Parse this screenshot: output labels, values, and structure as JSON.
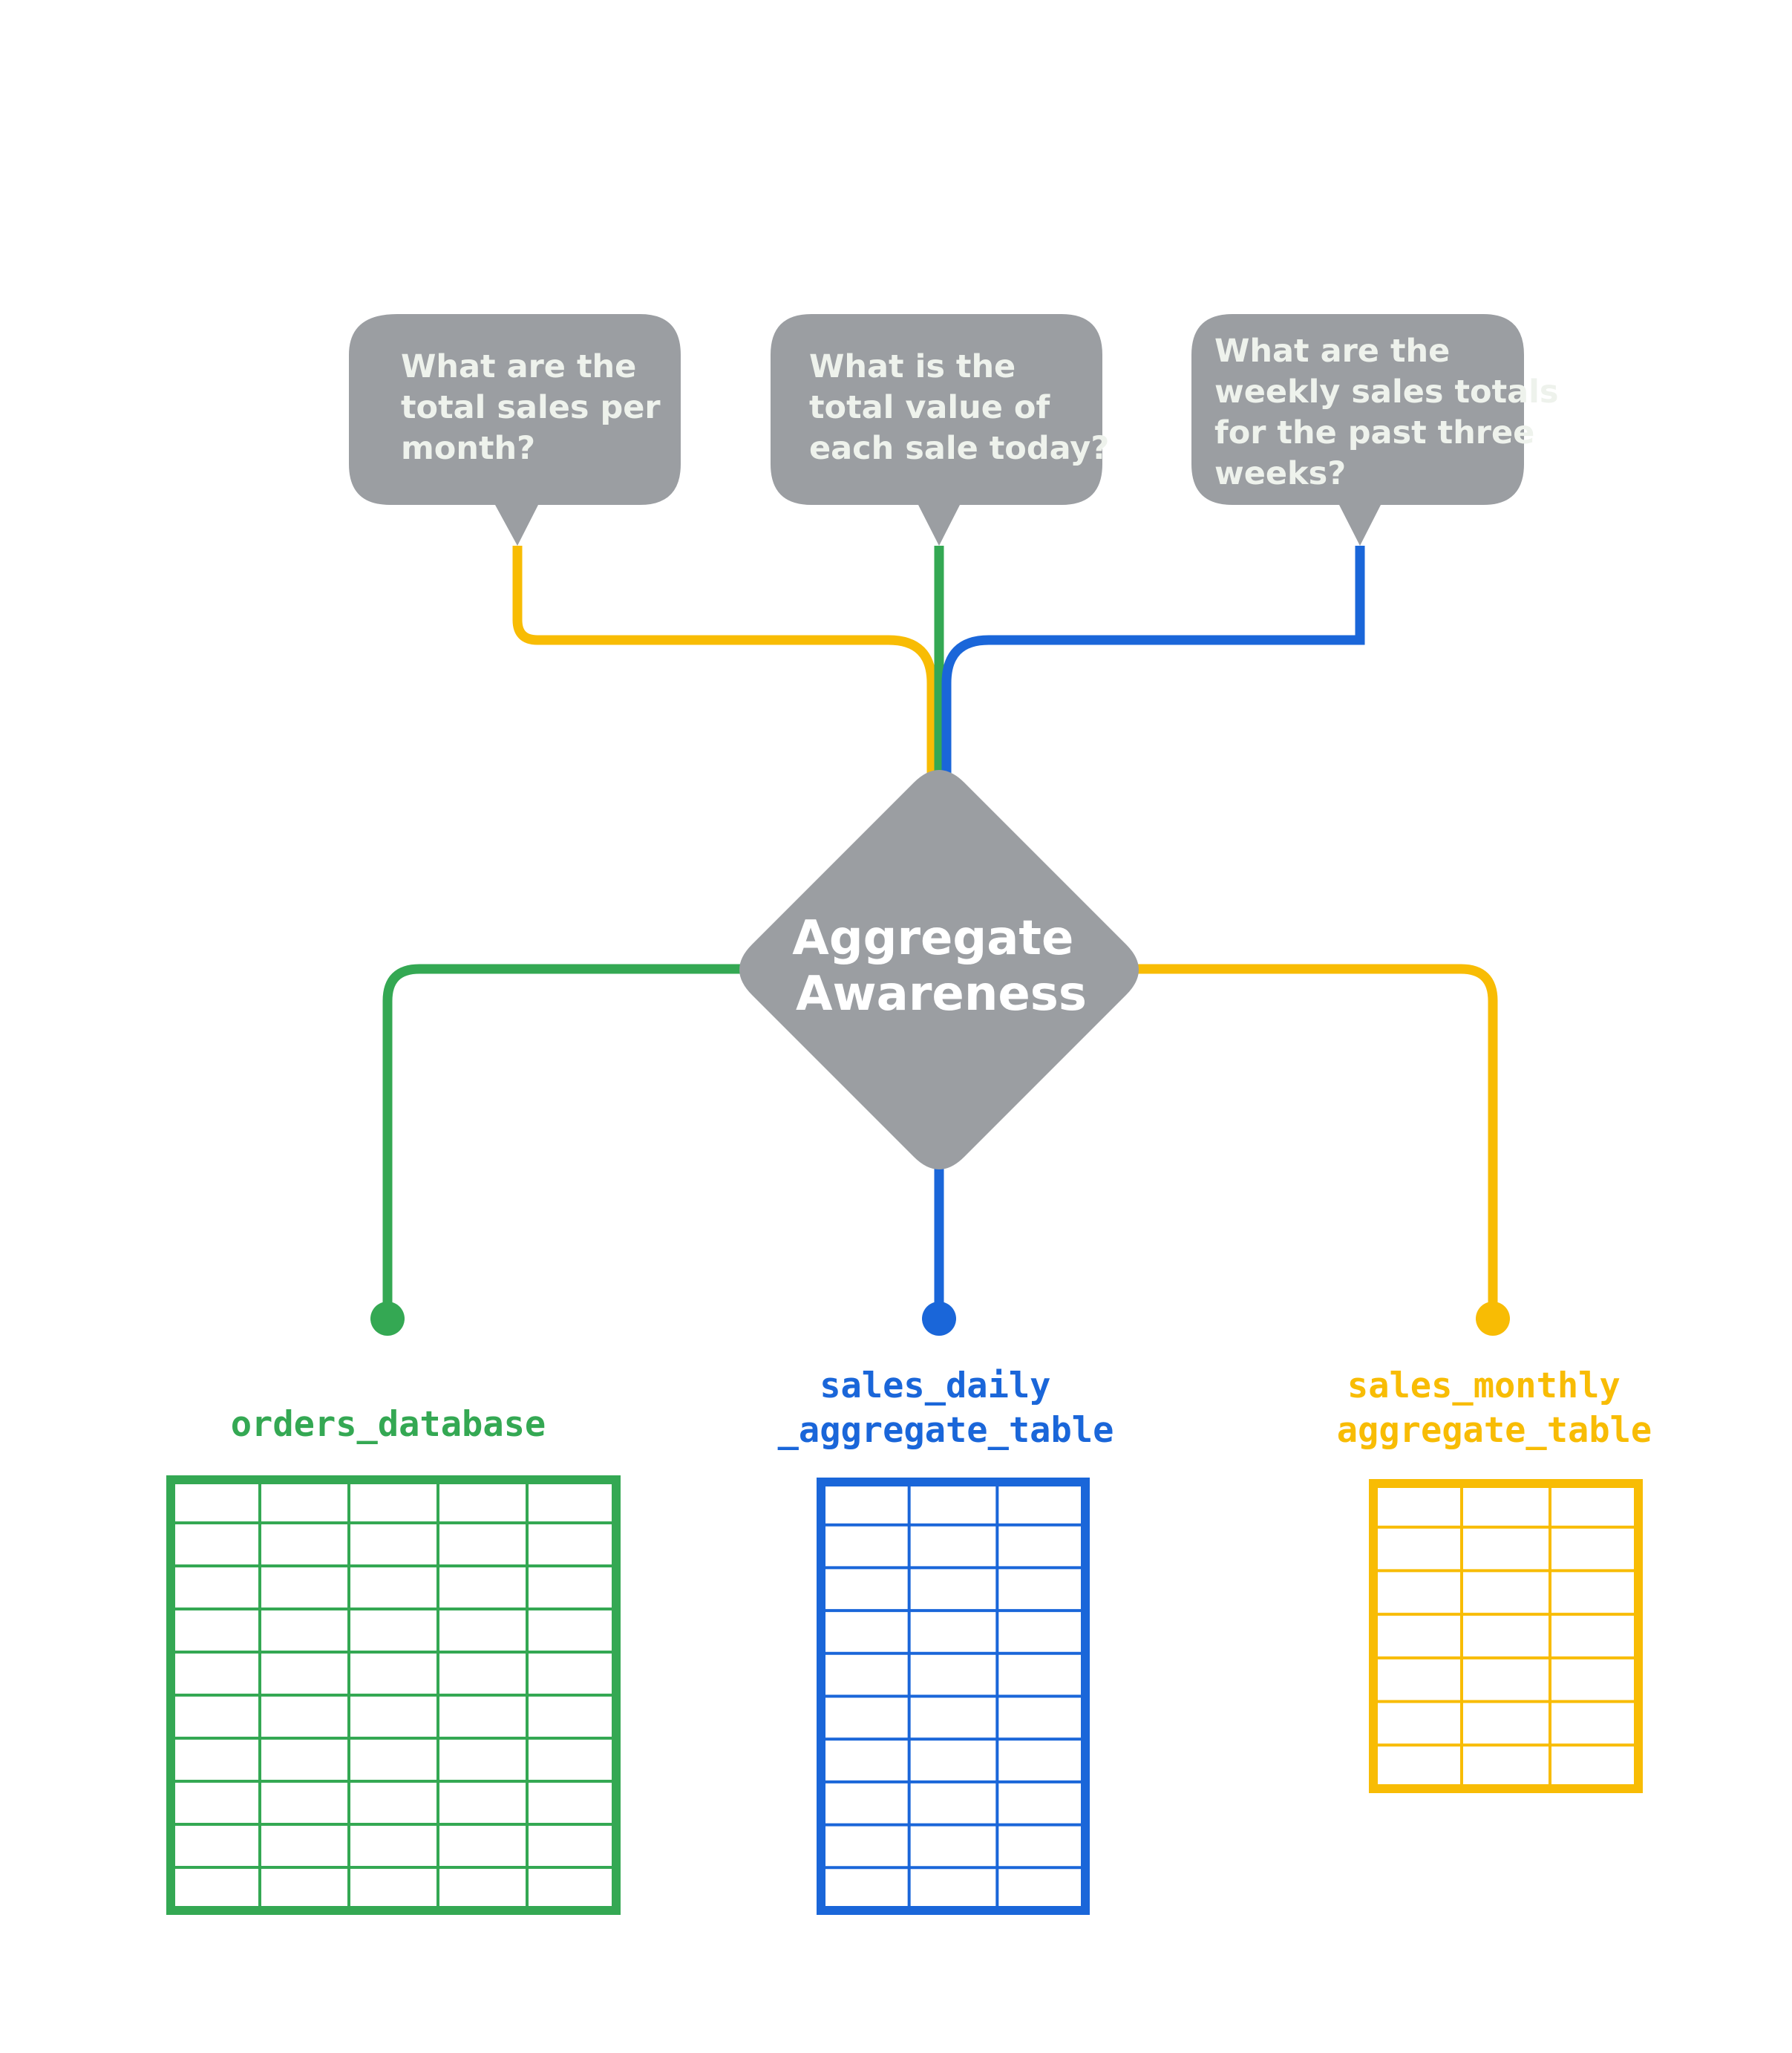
{
  "colors": {
    "bubble": "#9b9ea2",
    "green": "#34a853",
    "blue": "#1a66d9",
    "yellow": "#f8bc04"
  },
  "questions": [
    {
      "lines": [
        "What are the",
        "total sales per",
        "month?"
      ],
      "connector_color": "yellow"
    },
    {
      "lines": [
        "What is the",
        "total value of",
        "each sale today?"
      ],
      "connector_color": "green"
    },
    {
      "lines": [
        "What are the",
        "weekly sales totals",
        "for the past three",
        "weeks?"
      ],
      "connector_color": "blue"
    }
  ],
  "hub": {
    "lines": [
      "Aggregate",
      "Awareness"
    ]
  },
  "tables": [
    {
      "label_lines": [
        "orders_database"
      ],
      "color": "green",
      "columns": 5,
      "rows": 10
    },
    {
      "label_lines": [
        "sales_daily",
        "_aggregate_table"
      ],
      "color": "blue",
      "columns": 3,
      "rows": 10
    },
    {
      "label_lines": [
        "sales_monthly",
        "aggregate_table"
      ],
      "color": "yellow",
      "columns": 3,
      "rows": 7
    }
  ]
}
